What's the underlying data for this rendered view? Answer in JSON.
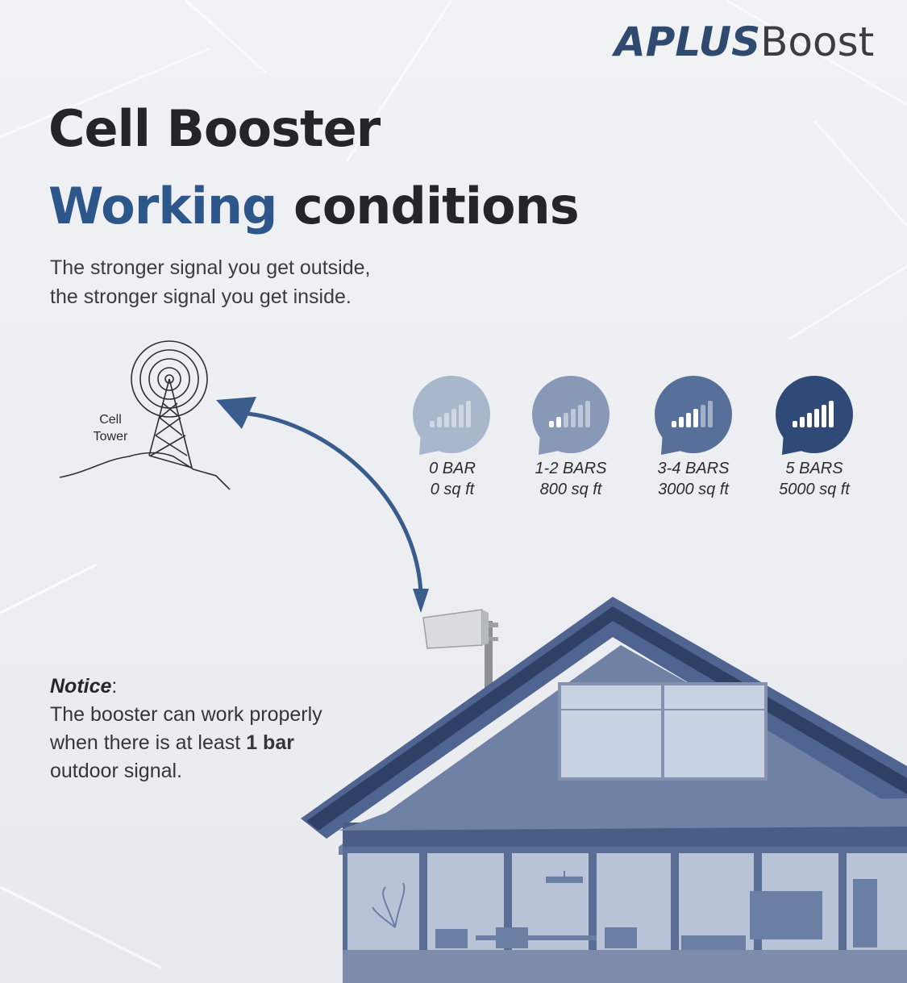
{
  "brand": {
    "part1": "APLUS",
    "part2": "Boost"
  },
  "title": {
    "line1": "Cell Booster",
    "line2_accent": "Working",
    "line2_rest": "conditions"
  },
  "subtitle": {
    "line1": "The stronger signal you get outside,",
    "line2": "the stronger signal you get inside."
  },
  "tower": {
    "label_line1": "Cell",
    "label_line2": "Tower"
  },
  "signal_levels": [
    {
      "bars": "0 BAR",
      "coverage": "0 sq ft",
      "fill": "0.0"
    },
    {
      "bars": "1-2 BARS",
      "coverage": "800 sq ft",
      "fill": "0.4"
    },
    {
      "bars": "3-4 BARS",
      "coverage": "3000 sq ft",
      "fill": "0.8"
    },
    {
      "bars": "5 BARS",
      "coverage": "5000 sq ft",
      "fill": "1.0"
    }
  ],
  "notice": {
    "title": "Notice",
    "colon": ":",
    "text_before": "The booster can work properly when there is at least",
    "bold": "1 bar",
    "text_after": "outdoor signal."
  },
  "colors": {
    "accent": "#2d568a",
    "dark_text": "#232529",
    "house_wall": "#6e80a3",
    "house_roof": "#2f4066",
    "bubble_levels": [
      "#a9b7cc",
      "#8799b7",
      "#56709a",
      "#2f4a77"
    ]
  }
}
